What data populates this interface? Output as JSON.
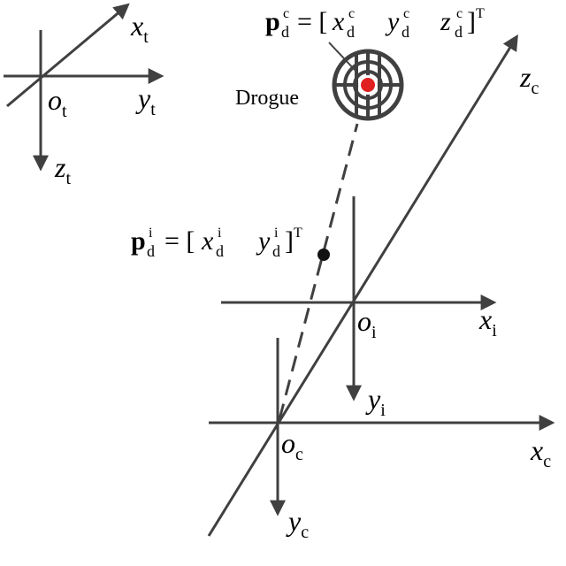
{
  "target_frame": {
    "x_axis": "x",
    "x_sub": "t",
    "y_axis": "y",
    "y_sub": "t",
    "z_axis": "z",
    "z_sub": "t",
    "origin": "o",
    "origin_sub": "t"
  },
  "camera_frame": {
    "x_axis": "x",
    "x_sub": "c",
    "y_axis": "y",
    "y_sub": "c",
    "z_axis": "z",
    "z_sub": "c",
    "origin": "o",
    "origin_sub": "c"
  },
  "image_frame": {
    "x_axis": "x",
    "x_sub": "i",
    "y_axis": "y",
    "y_sub": "i",
    "origin": "o",
    "origin_sub": "i"
  },
  "drogue": {
    "label": "Drogue",
    "center_color": "#e02020"
  },
  "camera_point": {
    "p": "p",
    "p_sub": "d",
    "p_sup": "c",
    "eq": "= [",
    "x": "x",
    "x_sub": "d",
    "x_sup": "c",
    "y": "y",
    "y_sub": "d",
    "y_sup": "c",
    "z": "z",
    "z_sub": "d",
    "z_sup": "c",
    "close": "]",
    "transpose": "T"
  },
  "image_point": {
    "p": "p",
    "p_sub": "d",
    "p_sup": "i",
    "eq": "= [",
    "x": "x",
    "x_sub": "d",
    "x_sup": "i",
    "y": "y",
    "y_sub": "d",
    "y_sup": "i",
    "close": "]",
    "transpose": "T"
  },
  "colors": {
    "axis": "#404040",
    "drogue_ring": "#404040",
    "drogue_center": "#e02020"
  }
}
